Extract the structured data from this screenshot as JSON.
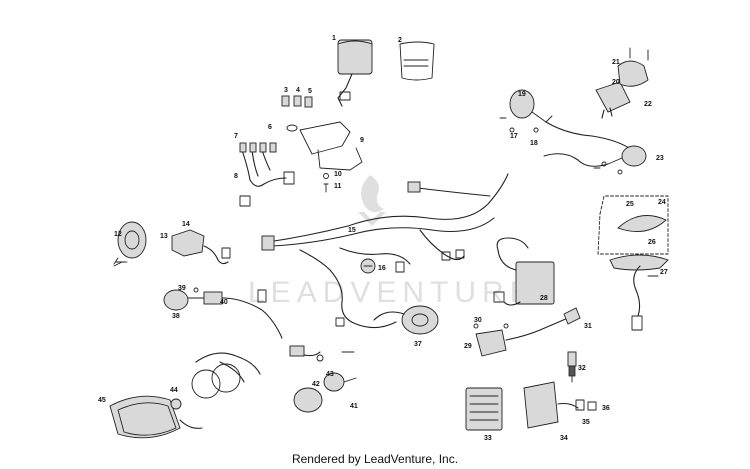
{
  "credit": "Rendered by LeadVenture, Inc.",
  "watermark": "LEADVENTURE",
  "callouts": [
    "1",
    "2",
    "3",
    "4",
    "5",
    "6",
    "7",
    "8",
    "9",
    "10",
    "11",
    "12",
    "13",
    "14",
    "15",
    "16",
    "17",
    "18",
    "19",
    "20",
    "21",
    "22",
    "23",
    "24",
    "25",
    "26",
    "27",
    "28",
    "29",
    "30",
    "31",
    "32",
    "33",
    "34",
    "35",
    "36",
    "37",
    "38",
    "39",
    "40",
    "41",
    "42",
    "43",
    "44",
    "45"
  ]
}
